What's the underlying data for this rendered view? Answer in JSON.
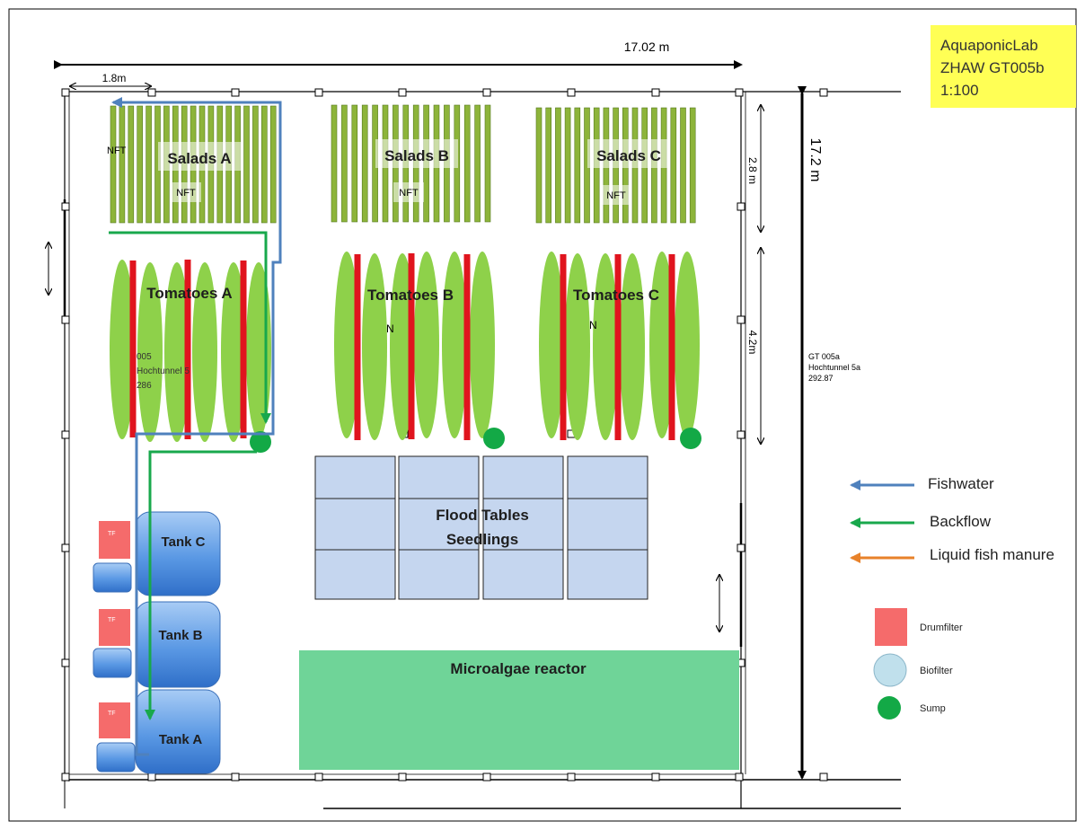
{
  "colors": {
    "nft_fill": "#8db43a",
    "nft_stroke": "#557a1f",
    "tomato_fill": "#8ed14a",
    "tomato_stem": "#e0141e",
    "flood_fill": "#c5d6ef",
    "tank_fill": "#4f8fe0",
    "microalgae_fill": "#6fd498",
    "fishwater": "#4f81bd",
    "backflow": "#18a84c",
    "manure": "#e8822a",
    "drumfilter": "#f56b6b",
    "biofilter": "#c0e0ec",
    "sump": "#13a946",
    "label_box": "#ffff55"
  },
  "label_box": {
    "lines": [
      "AquaponicLab",
      "ZHAW GT005b",
      "1:100"
    ]
  },
  "dimensions": {
    "total_width": "17.02 m",
    "column_width": "1.8m",
    "total_height": "17.2 m",
    "salad_height": "2.8 m",
    "tomato_height": "4.2m"
  },
  "areas": {
    "salads_a": "Salads A",
    "salads_b": "Salads B",
    "salads_c": "Salads C",
    "nft": "NFT",
    "nft_overlap": "NFT",
    "tomatoes_a": "Tomatoes A",
    "tomatoes_b": "Tomatoes B",
    "tomatoes_c": "Tomatoes C",
    "tomato_mark_n": "N",
    "tomatoes_a_hidden": [
      "005",
      "Hochtunnel 5",
      "286"
    ],
    "flood_tables": [
      "Flood Tables",
      "Seedlings"
    ],
    "tank_c": "Tank C",
    "tank_b": "Tank B",
    "tank_a": "Tank A",
    "tf": "TF",
    "microalgae": "Microalgae reactor"
  },
  "room_label": [
    "GT 005a",
    "Hochtunnel 5a",
    "292.87"
  ],
  "legend": {
    "fishwater": "Fishwater",
    "backflow": "Backflow",
    "manure": "Liquid fish manure",
    "drumfilter": "Drumfilter",
    "biofilter": "Biofilter",
    "sump": "Sump"
  }
}
